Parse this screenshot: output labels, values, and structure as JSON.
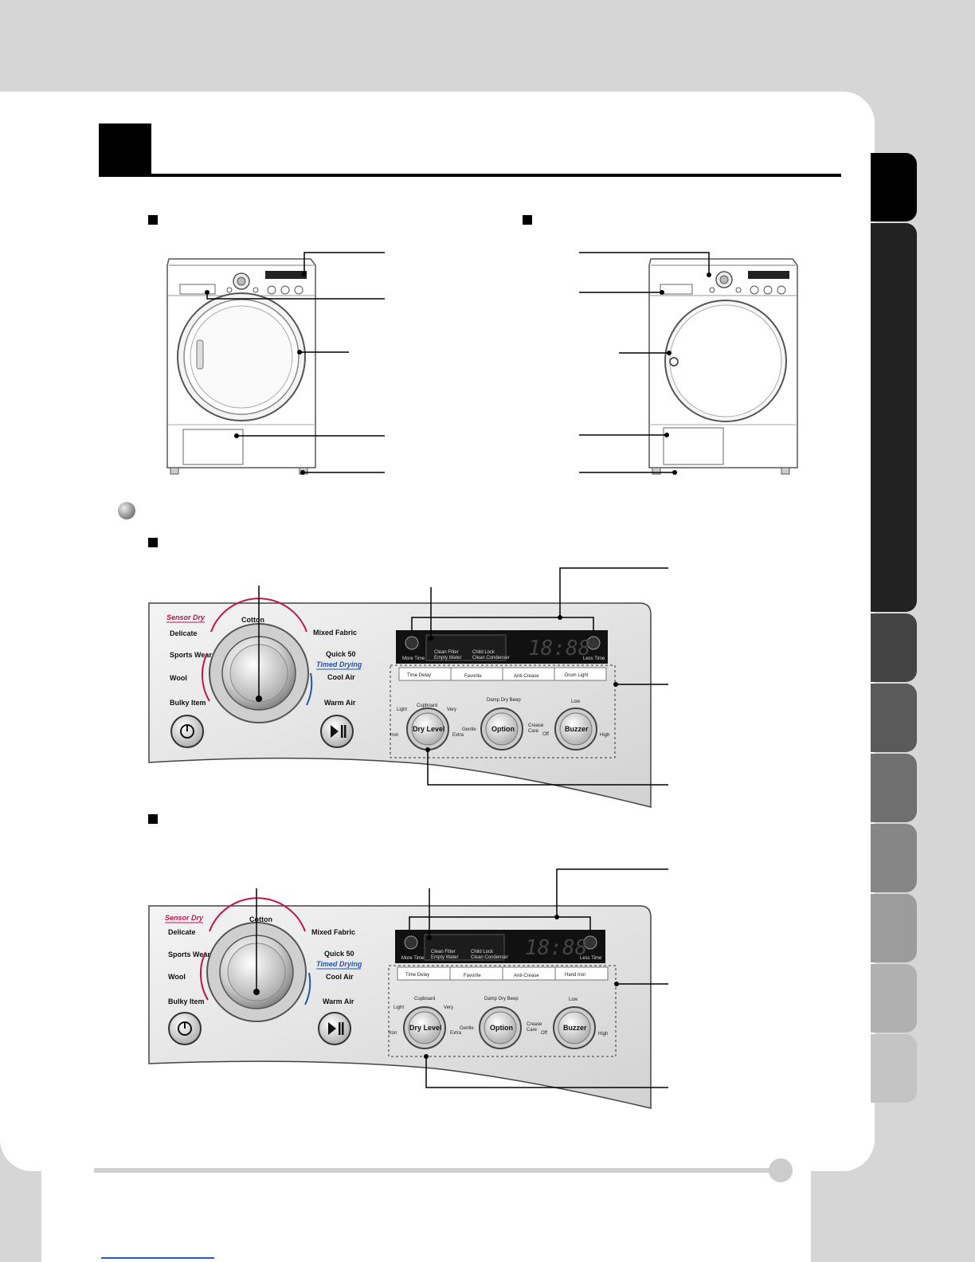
{
  "panel": {
    "sensor_dry": "Sensor Dry",
    "timed_drying": "Timed Drying",
    "programs": {
      "cotton": "Cotton",
      "delicate": "Delicate",
      "sports_wear": "Sports Wear",
      "wool": "Wool",
      "bulky_item": "Bulky Item",
      "mixed_fabric": "Mixed Fabric",
      "quick_50": "Quick 50",
      "cool_air": "Cool Air",
      "warm_air": "Warm Air"
    },
    "display": {
      "time": "18:88",
      "more_time": "More Time",
      "less_time": "Less Time",
      "clean_filter": "Clean Filter",
      "empty_water": "Empty Water",
      "child_lock": "Child Lock",
      "clean_condenser": "Clean Condenser"
    },
    "options_a": [
      "Time Delay",
      "Favorite",
      "Anti-Crease",
      "Drum Light"
    ],
    "options_b": [
      "Time Delay",
      "Favorite",
      "Anti-Crease",
      "Hand Iron"
    ],
    "dry_level": {
      "label": "Dry Level",
      "cupboard": "Cupboard",
      "light": "Light",
      "very": "Very",
      "iron": "Iron",
      "extra": "Extra"
    },
    "option": {
      "label": "Option",
      "damp_dry_beep": "Damp Dry Beep",
      "gentle": "Gentle",
      "crease": "Crease",
      "care": "Care"
    },
    "buzzer": {
      "label": "Buzzer",
      "low": "Low",
      "off": "Off",
      "high": "High"
    }
  }
}
